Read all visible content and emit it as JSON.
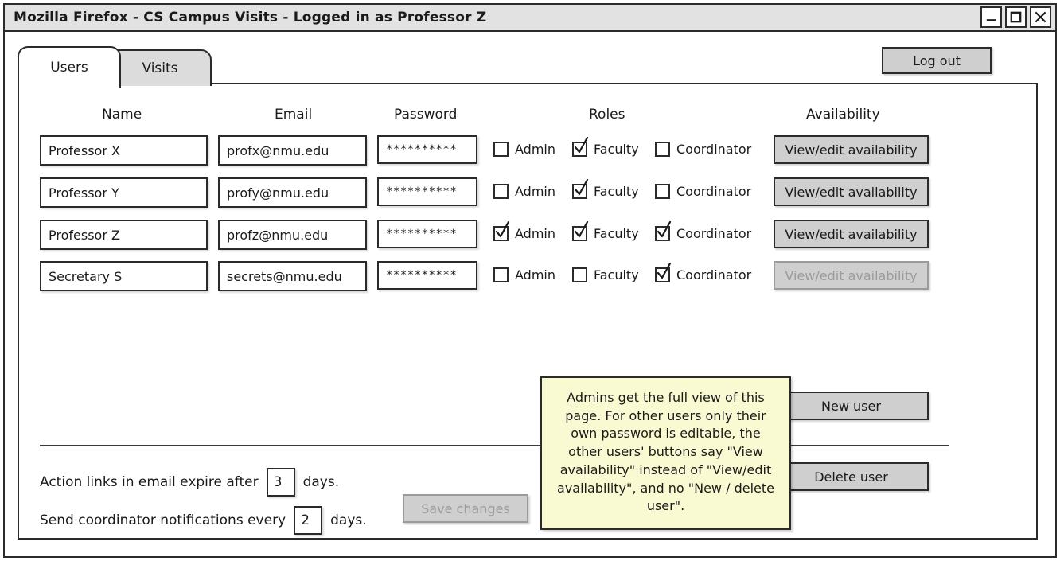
{
  "window": {
    "title": "Mozilla Firefox - CS Campus Visits - Logged in as Professor Z",
    "controls": [
      {
        "name": "minimize-button",
        "glyph": "minimize"
      },
      {
        "name": "maximize-button",
        "glyph": "maximize"
      },
      {
        "name": "close-button",
        "glyph": "close"
      }
    ]
  },
  "tabs": [
    {
      "label": "Users",
      "active": true
    },
    {
      "label": "Visits",
      "active": false
    }
  ],
  "header": {
    "logout_label": "Log out"
  },
  "table": {
    "columns": [
      "Name",
      "Email",
      "Password",
      "Roles",
      "Availability"
    ],
    "role_labels": [
      "Admin",
      "Faculty",
      "Coordinator"
    ],
    "rows": [
      {
        "name": "Professor X",
        "email": "profx@nmu.edu",
        "password": "**********",
        "roles": {
          "admin": false,
          "faculty": true,
          "coordinator": false
        },
        "availability_label": "View/edit availability",
        "availability_disabled": false
      },
      {
        "name": "Professor Y",
        "email": "profy@nmu.edu",
        "password": "**********",
        "roles": {
          "admin": false,
          "faculty": true,
          "coordinator": false
        },
        "availability_label": "View/edit availability",
        "availability_disabled": false
      },
      {
        "name": "Professor Z",
        "email": "profz@nmu.edu",
        "password": "**********",
        "roles": {
          "admin": true,
          "faculty": true,
          "coordinator": true
        },
        "availability_label": "View/edit availability",
        "availability_disabled": false
      },
      {
        "name": "Secretary S",
        "email": "secrets@nmu.edu",
        "password": "**********",
        "roles": {
          "admin": false,
          "faculty": false,
          "coordinator": true
        },
        "availability_label": "View/edit availability",
        "availability_disabled": true
      }
    ],
    "new_user_label": "New user",
    "delete_user_label": "Delete user"
  },
  "settings": {
    "expiry_prefix": "Action links in email expire after",
    "expiry_value": "3",
    "expiry_suffix": "days.",
    "notify_prefix": "Send coordinator notifications every",
    "notify_value": "2",
    "notify_suffix": "days.",
    "save_label": "Save changes",
    "save_disabled": true
  },
  "note": {
    "text": "Admins get the full view of this page. For other users only their own password is editable, the other users' buttons say \"View availability\" instead of \"View/edit availability\", and no \"New / delete user\"."
  },
  "colors": {
    "note_background": "#fafad2",
    "button_face": "#cfcfcf",
    "titlebar": "#e2e2e2",
    "inactive_tab": "#dcdcdc",
    "outline": "#2b2b2b",
    "disabled_text": "#9b9b9b"
  }
}
